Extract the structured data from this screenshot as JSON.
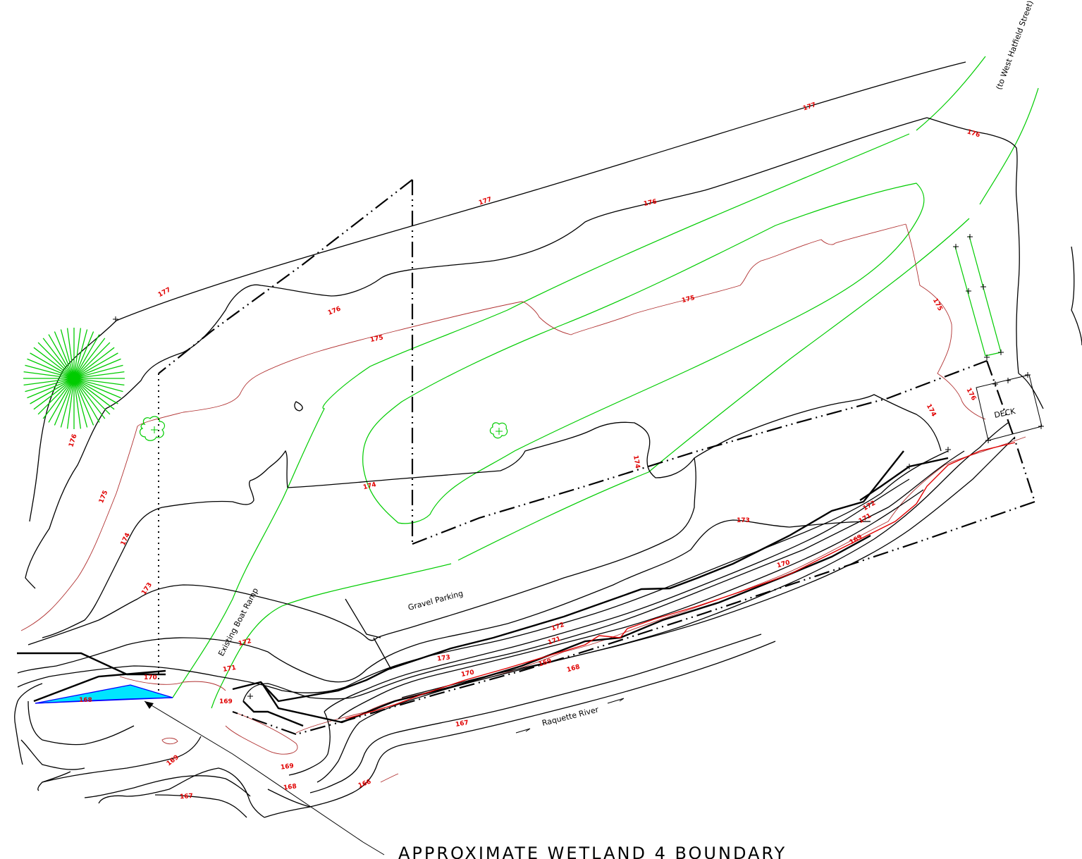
{
  "colors": {
    "contour_major": "#000000",
    "contour_green": "#00cc00",
    "contour_brown": "#b03030",
    "contour_label": "#e00000",
    "wetland_fill": "#00e5ff",
    "wetland_edge": "#0000ff"
  },
  "icons": {
    "tree": "tree-icon",
    "shrub": "shrub-icon",
    "survey_point": "cross-icon"
  },
  "annotations": {
    "to_street": "(to West Hatfield Street)",
    "deck": "DECK",
    "gravel_parking": "Gravel Parking",
    "boat_ramp": "Existing Boat Ramp",
    "river": "Raquette River",
    "wetland_boundary": "APPROXIMATE  WETLAND  4  BOUNDARY"
  },
  "contour_labels": [
    {
      "id": "c177a",
      "text": "177"
    },
    {
      "id": "c177b",
      "text": "177"
    },
    {
      "id": "c177c",
      "text": "177"
    },
    {
      "id": "c176a",
      "text": "176"
    },
    {
      "id": "c176b",
      "text": "176"
    },
    {
      "id": "c176c",
      "text": "176"
    },
    {
      "id": "c176d",
      "text": "176"
    },
    {
      "id": "c176e",
      "text": "176"
    },
    {
      "id": "c175a",
      "text": "175"
    },
    {
      "id": "c175b",
      "text": "175"
    },
    {
      "id": "c175c",
      "text": "175"
    },
    {
      "id": "c175d",
      "text": "175"
    },
    {
      "id": "c174a",
      "text": "174"
    },
    {
      "id": "c174b",
      "text": "174"
    },
    {
      "id": "c174c",
      "text": "174"
    },
    {
      "id": "c174d",
      "text": "174"
    },
    {
      "id": "c173a",
      "text": "173"
    },
    {
      "id": "c173b",
      "text": "173"
    },
    {
      "id": "c173c",
      "text": "173"
    },
    {
      "id": "c172a",
      "text": "172"
    },
    {
      "id": "c172b",
      "text": "172"
    },
    {
      "id": "c172c",
      "text": "172"
    },
    {
      "id": "c171a",
      "text": "171"
    },
    {
      "id": "c171b",
      "text": "171"
    },
    {
      "id": "c171c",
      "text": "171"
    },
    {
      "id": "c170a",
      "text": "170"
    },
    {
      "id": "c170b",
      "text": "170"
    },
    {
      "id": "c170c",
      "text": "170"
    },
    {
      "id": "c169a",
      "text": "169"
    },
    {
      "id": "c169b",
      "text": "169"
    },
    {
      "id": "c169c",
      "text": "169"
    },
    {
      "id": "c169d",
      "text": "169"
    },
    {
      "id": "c169e",
      "text": "169"
    },
    {
      "id": "c168a",
      "text": "168"
    },
    {
      "id": "c168b",
      "text": "168"
    },
    {
      "id": "c168c",
      "text": "168"
    },
    {
      "id": "c167a",
      "text": "167"
    },
    {
      "id": "c167b",
      "text": "167"
    },
    {
      "id": "c166a",
      "text": "166"
    }
  ]
}
